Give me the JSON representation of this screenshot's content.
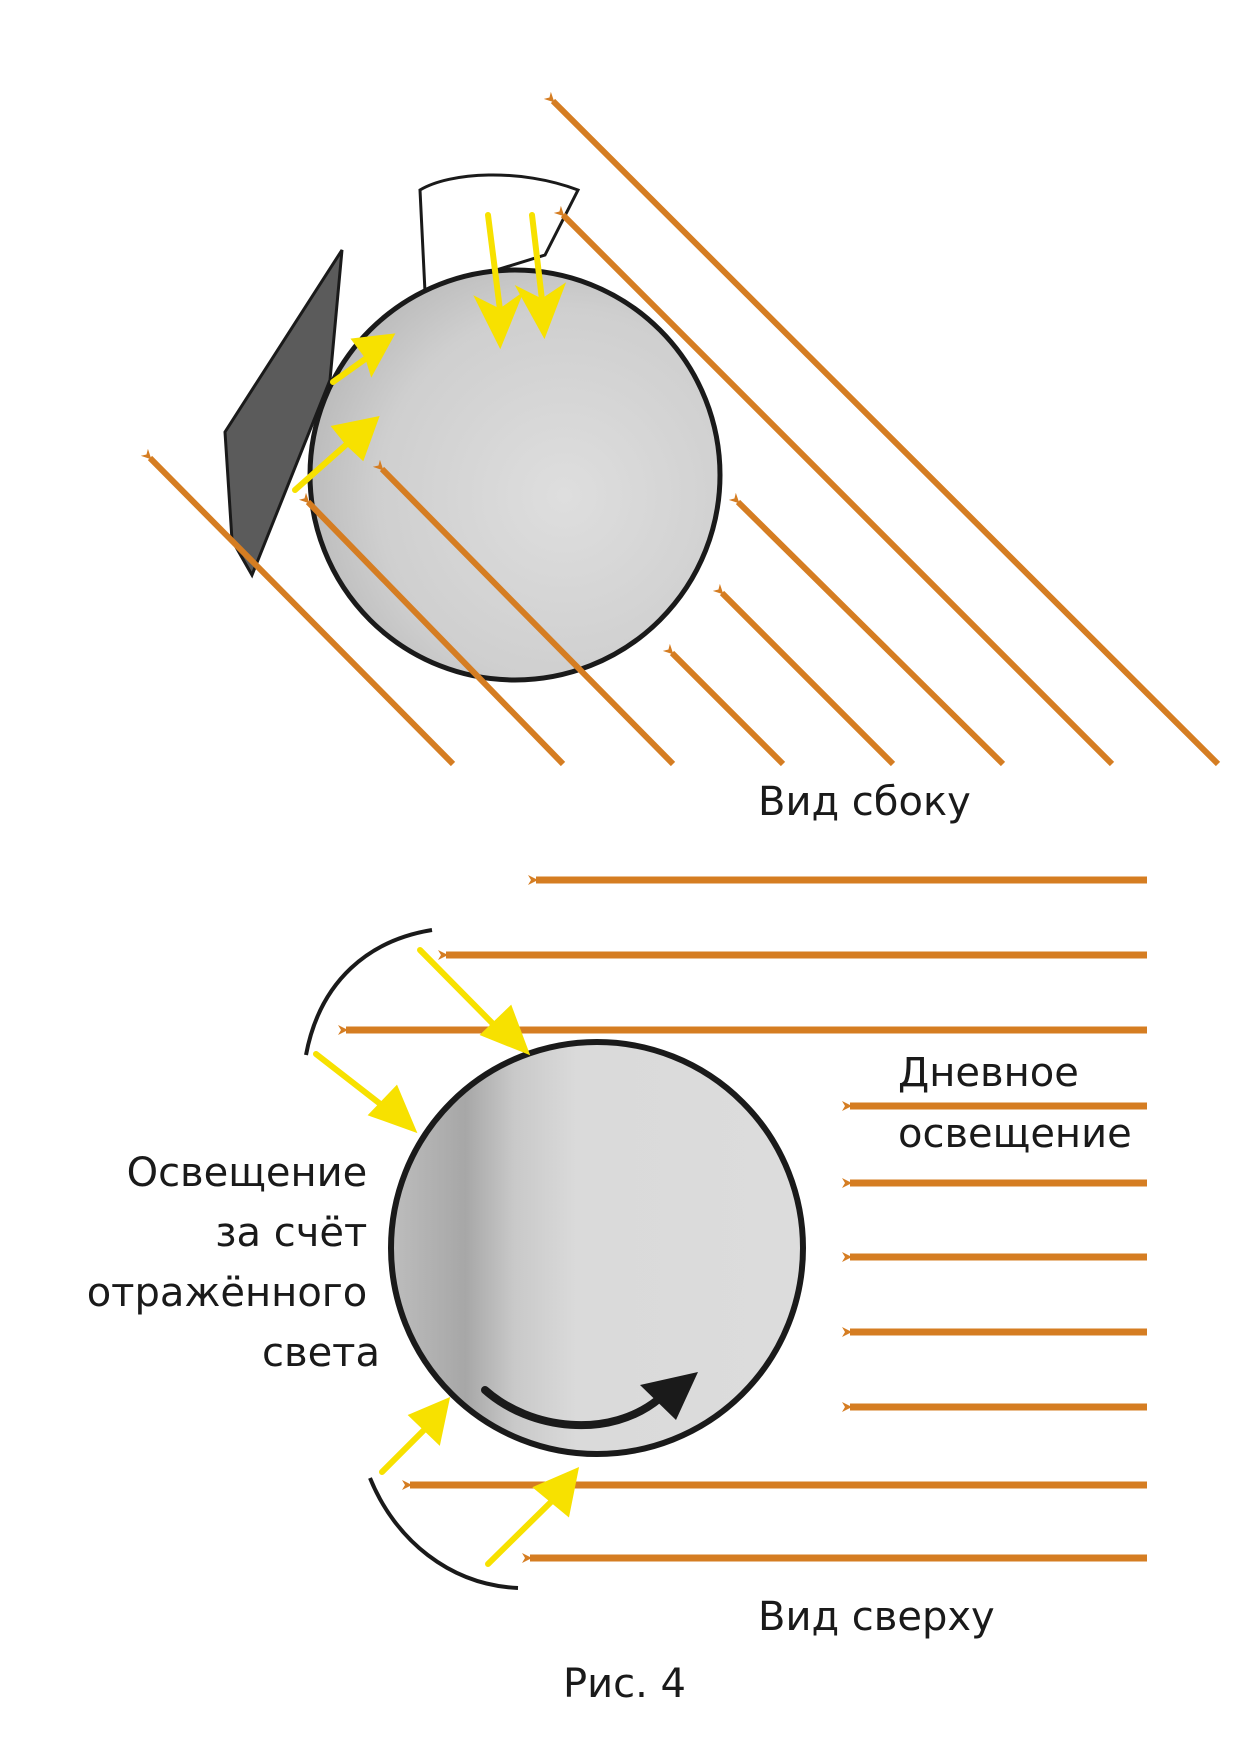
{
  "colors": {
    "sun_ray": "#d57d22",
    "reflected_ray": "#f7e100",
    "outline": "#1a1a1a",
    "panel": "#5b5b5b",
    "sphere_light": "#dcdcdc",
    "sphere_dark": "#a9a9a9",
    "background": "#ffffff"
  },
  "side_view": {
    "label": "Вид сбоку"
  },
  "top_view": {
    "label": "Вид сверху",
    "daylight_label": [
      "Дневное",
      "освещение"
    ],
    "reflected_label": [
      "Освещение",
      "за счёт",
      "отражённого",
      "света"
    ],
    "rotation_icon": "curved-arrow-icon"
  },
  "caption": "Рис. 4"
}
